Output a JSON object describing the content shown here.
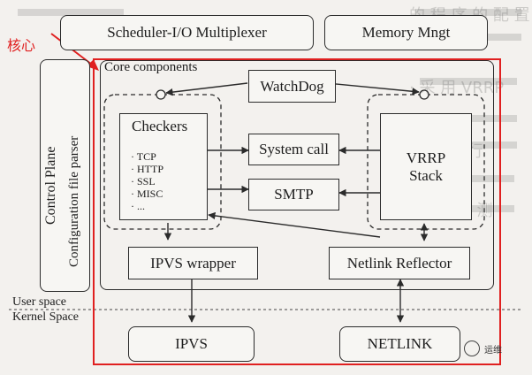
{
  "labels": {
    "annotation": "核心",
    "scheduler": "Scheduler-I/O Multiplexer",
    "memory": "Memory Mngt",
    "control_plane_line1": "Control Plane",
    "control_plane_line2": "Configuration file parser",
    "core_components": "Core components",
    "watchdog": "WatchDog",
    "checkers": "Checkers",
    "checker_items": [
      "· TCP",
      "· HTTP",
      "· SSL",
      "· MISC",
      "· ..."
    ],
    "system_call": "System call",
    "smtp": "SMTP",
    "vrrp_line1": "VRRP",
    "vrrp_line2": "Stack",
    "ipvs_wrapper": "IPVS wrapper",
    "netlink_reflector": "Netlink Reflector",
    "user_space": "User space",
    "kernel_space": "Kernel Space",
    "ipvs": "IPVS",
    "netlink": "NETLINK"
  },
  "watermark": {
    "text": "运维"
  },
  "colors": {
    "annotation_red": "#e02020",
    "line": "#2b2b2b"
  }
}
